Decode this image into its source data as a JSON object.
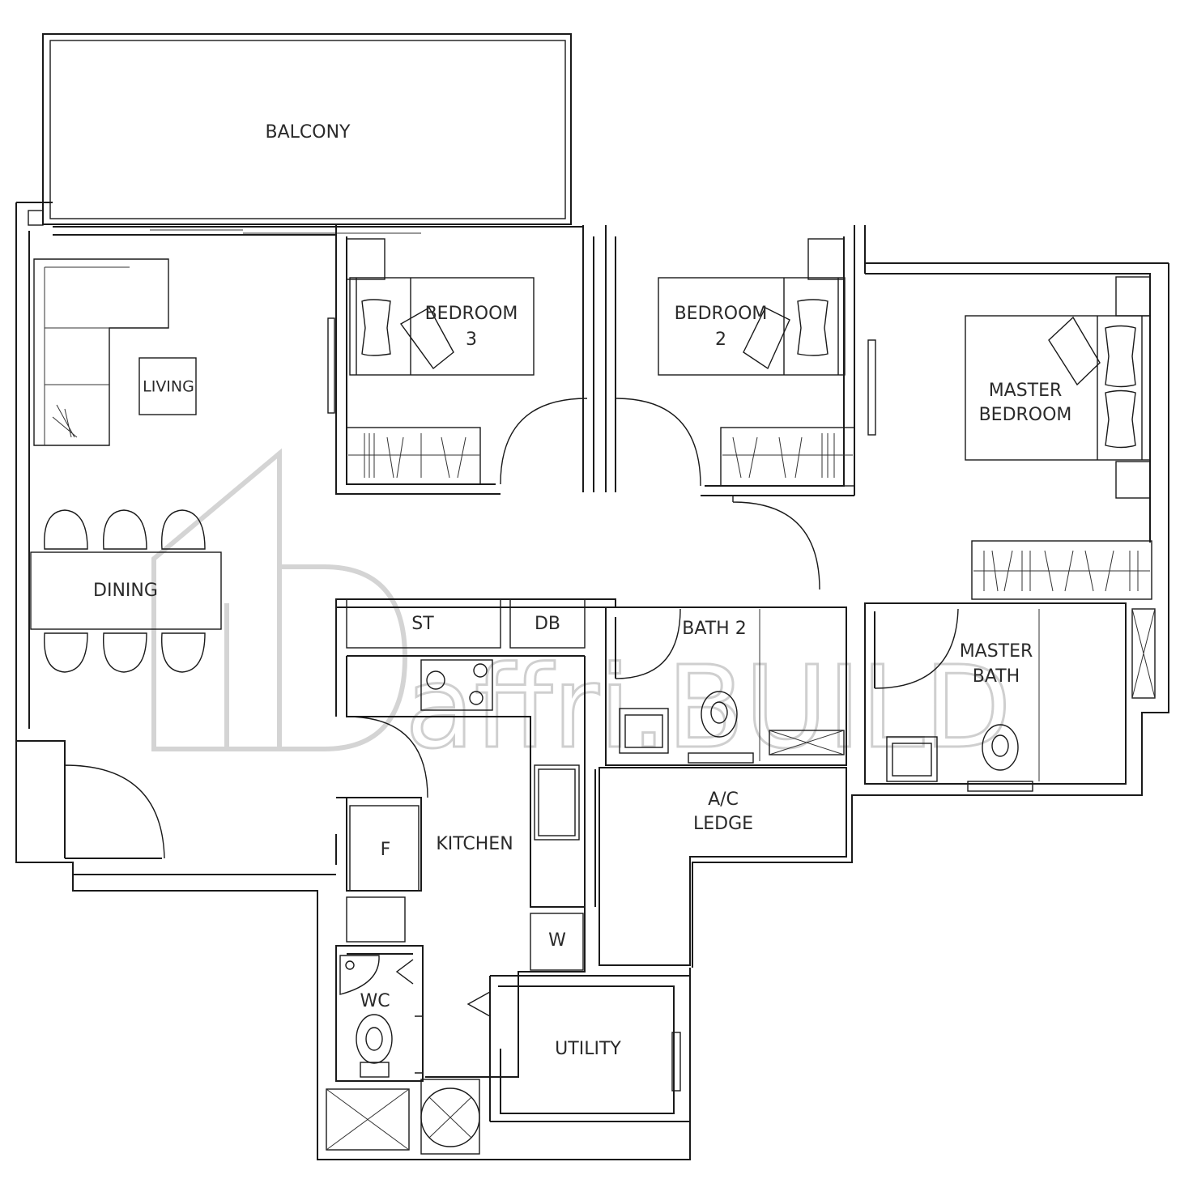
{
  "rooms": {
    "balcony": "BALCONY",
    "bedroom3": [
      "BEDROOM",
      "3"
    ],
    "bedroom2": [
      "BEDROOM",
      "2"
    ],
    "master_bedroom": [
      "MASTER",
      "BEDROOM"
    ],
    "living": "LIVING",
    "dining": "DINING",
    "store": "ST",
    "db": "DB",
    "bath2": "BATH 2",
    "master_bath": [
      "MASTER",
      "BATH"
    ],
    "ac_ledge": [
      "A/C",
      "LEDGE"
    ],
    "kitchen": "KITCHEN",
    "fridge": "F",
    "washer": "W",
    "wc": "WC",
    "utility": "UTILITY"
  },
  "watermark": "affri.BUILD"
}
